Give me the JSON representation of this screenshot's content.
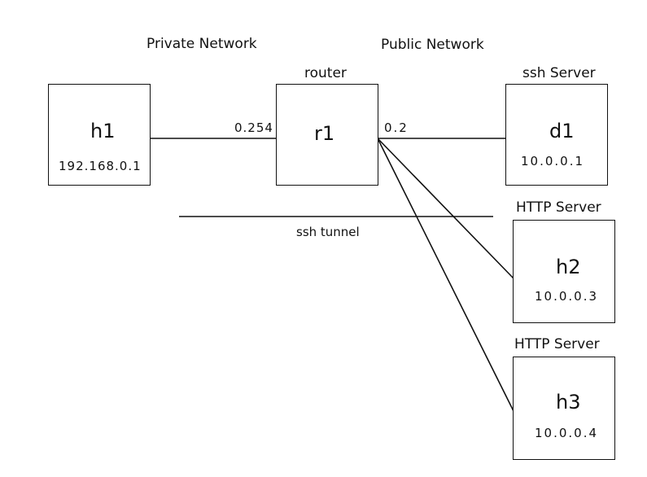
{
  "headings": {
    "private": "Private Network",
    "public": "Public Network"
  },
  "nodes": {
    "h1": {
      "name": "h1",
      "ip": "192.168.0.1"
    },
    "r1": {
      "name": "r1",
      "caption": "router"
    },
    "d1": {
      "name": "d1",
      "ip": "10.0.0.1",
      "caption": "ssh Server"
    },
    "h2": {
      "name": "h2",
      "ip": "10.0.0.3",
      "caption": "HTTP Server"
    },
    "h3": {
      "name": "h3",
      "ip": "10.0.0.4",
      "caption": "HTTP Server"
    }
  },
  "interfaces": {
    "r1_private": "0.254",
    "r1_public": "0.2"
  },
  "tunnel": {
    "label": "ssh tunnel"
  }
}
